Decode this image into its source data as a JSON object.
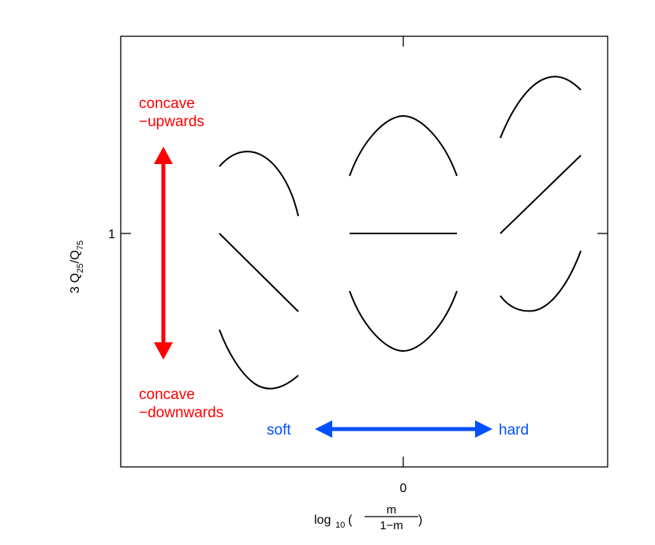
{
  "axes": {
    "x_tick_label": "0",
    "x_label": {
      "prefix": "log",
      "subscript": "10",
      "open_paren": "(",
      "numerator": "m",
      "denominator": "1−m",
      "close_paren": ")"
    },
    "y_tick_label": "1",
    "y_label": {
      "prefix": "3  Q",
      "sub1": "25",
      "mid": "/Q",
      "sub2": "75"
    }
  },
  "annotations": {
    "concave_up": [
      "concave",
      "−upwards"
    ],
    "concave_down": [
      "concave",
      "−downwards"
    ],
    "soft": "soft",
    "hard": "hard"
  },
  "colors": {
    "red_arrow": "#ff0000",
    "blue_arrow": "#0050ff",
    "curves": "#000000",
    "frame": "#000000"
  }
}
